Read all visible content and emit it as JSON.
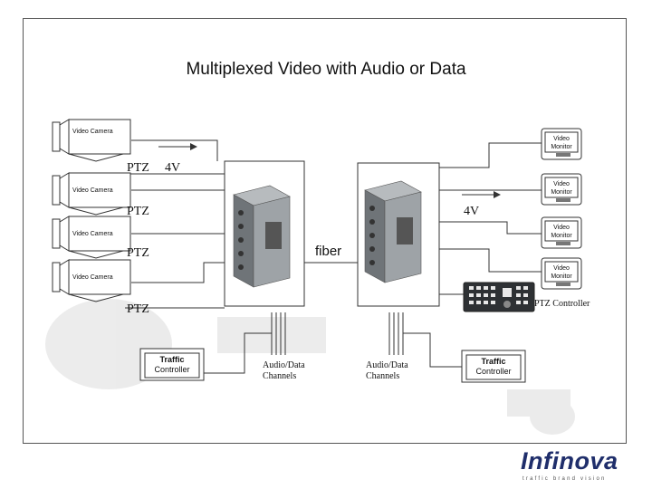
{
  "title": "Multiplexed Video with Audio or Data",
  "cameras": [
    {
      "label": "Video Camera",
      "ptz": "PTZ"
    },
    {
      "label": "Video Camera",
      "ptz": "PTZ"
    },
    {
      "label": "Video Camera",
      "ptz": "PTZ"
    },
    {
      "label": "Video Camera",
      "ptz": "PTZ"
    }
  ],
  "monitors": [
    {
      "label1": "Video",
      "label2": "Monitor"
    },
    {
      "label1": "Video",
      "label2": "Monitor"
    },
    {
      "label1": "Video",
      "label2": "Monitor"
    },
    {
      "label1": "Video",
      "label2": "Monitor"
    }
  ],
  "signals": {
    "left": "4V",
    "right": "4V"
  },
  "link": "fiber",
  "ptz_controller": "PTZ Controller",
  "traffic_left": {
    "line1": "Traffic",
    "line2": "Controller"
  },
  "traffic_right": {
    "line1": "Traffic",
    "line2": "Controller"
  },
  "audio_left": {
    "line1": "Audio/Data",
    "line2": "Channels"
  },
  "audio_right": {
    "line1": "Audio/Data",
    "line2": "Channels"
  },
  "brand": {
    "name": "Infinova",
    "tagline": "traffic brand vision"
  },
  "colors": {
    "brand": "#1f2e6b",
    "line": "#333333",
    "equipment": "#8a8f93"
  }
}
